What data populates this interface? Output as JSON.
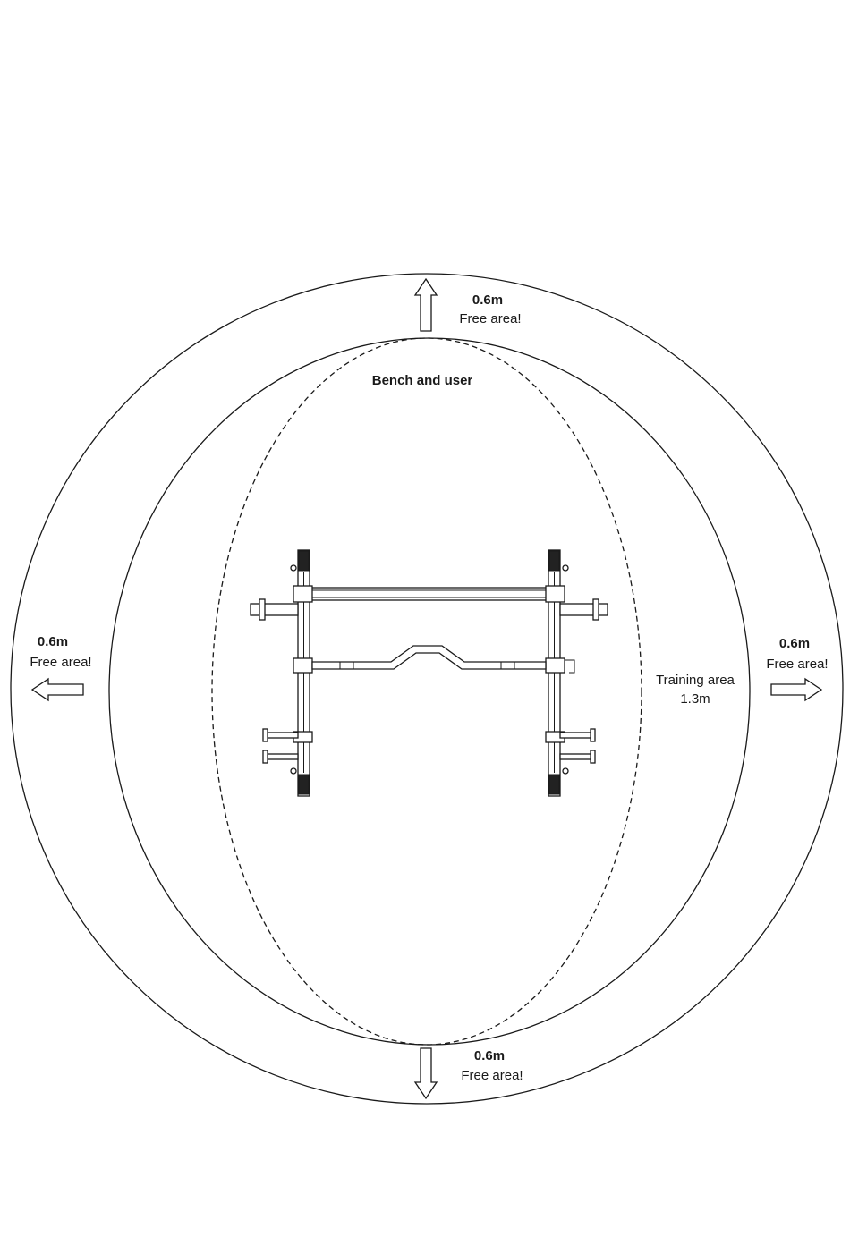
{
  "labels": {
    "top": {
      "distance": "0.6m",
      "text": "Free area!"
    },
    "bottom": {
      "distance": "0.6m",
      "text": "Free area!"
    },
    "left": {
      "distance": "0.6m",
      "text": "Free area!"
    },
    "right": {
      "distance": "0.6m",
      "text": "Free area!"
    },
    "bench": "Bench and user",
    "training": {
      "line1": "Training area",
      "line2": "1.3m"
    }
  },
  "icons": {
    "top_arrow": "arrow-up-icon",
    "bottom_arrow": "arrow-down-icon",
    "left_arrow": "arrow-left-icon",
    "right_arrow": "arrow-right-icon"
  },
  "colors": {
    "line": "#1a1a1a",
    "background": "#ffffff"
  }
}
